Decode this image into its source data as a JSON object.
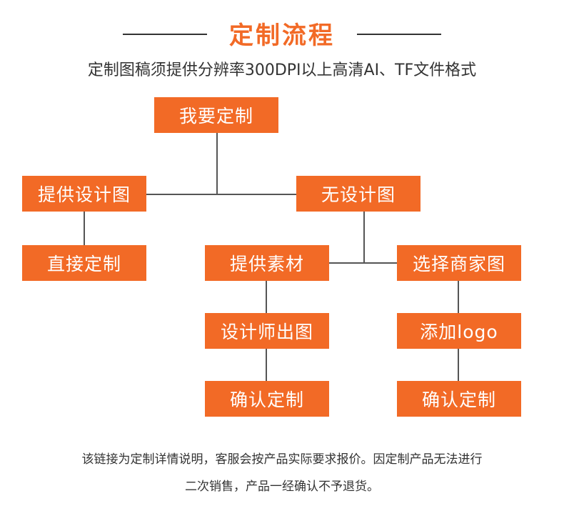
{
  "header": {
    "title": "定制流程",
    "subtitle": "定制图稿须提供分辨率300DPI以上高清AI、TF文件格式"
  },
  "nodes": {
    "want_custom": "我要定制",
    "provide_design": "提供设计图",
    "no_design": "无设计图",
    "direct_custom": "直接定制",
    "provide_material": "提供素材",
    "choose_merchant": "选择商家图",
    "designer_draft": "设计师出图",
    "add_logo": "添加logo",
    "confirm_left": "确认定制",
    "confirm_right": "确认定制"
  },
  "footer": {
    "line1": "该链接为定制详情说明，客服会按产品实际要求报价。因定制产品无法进行",
    "line2": "二次销售，产品一经确认不予退货。"
  },
  "colors": {
    "accent": "#f26a26",
    "connector": "#555555",
    "text": "#333333"
  }
}
